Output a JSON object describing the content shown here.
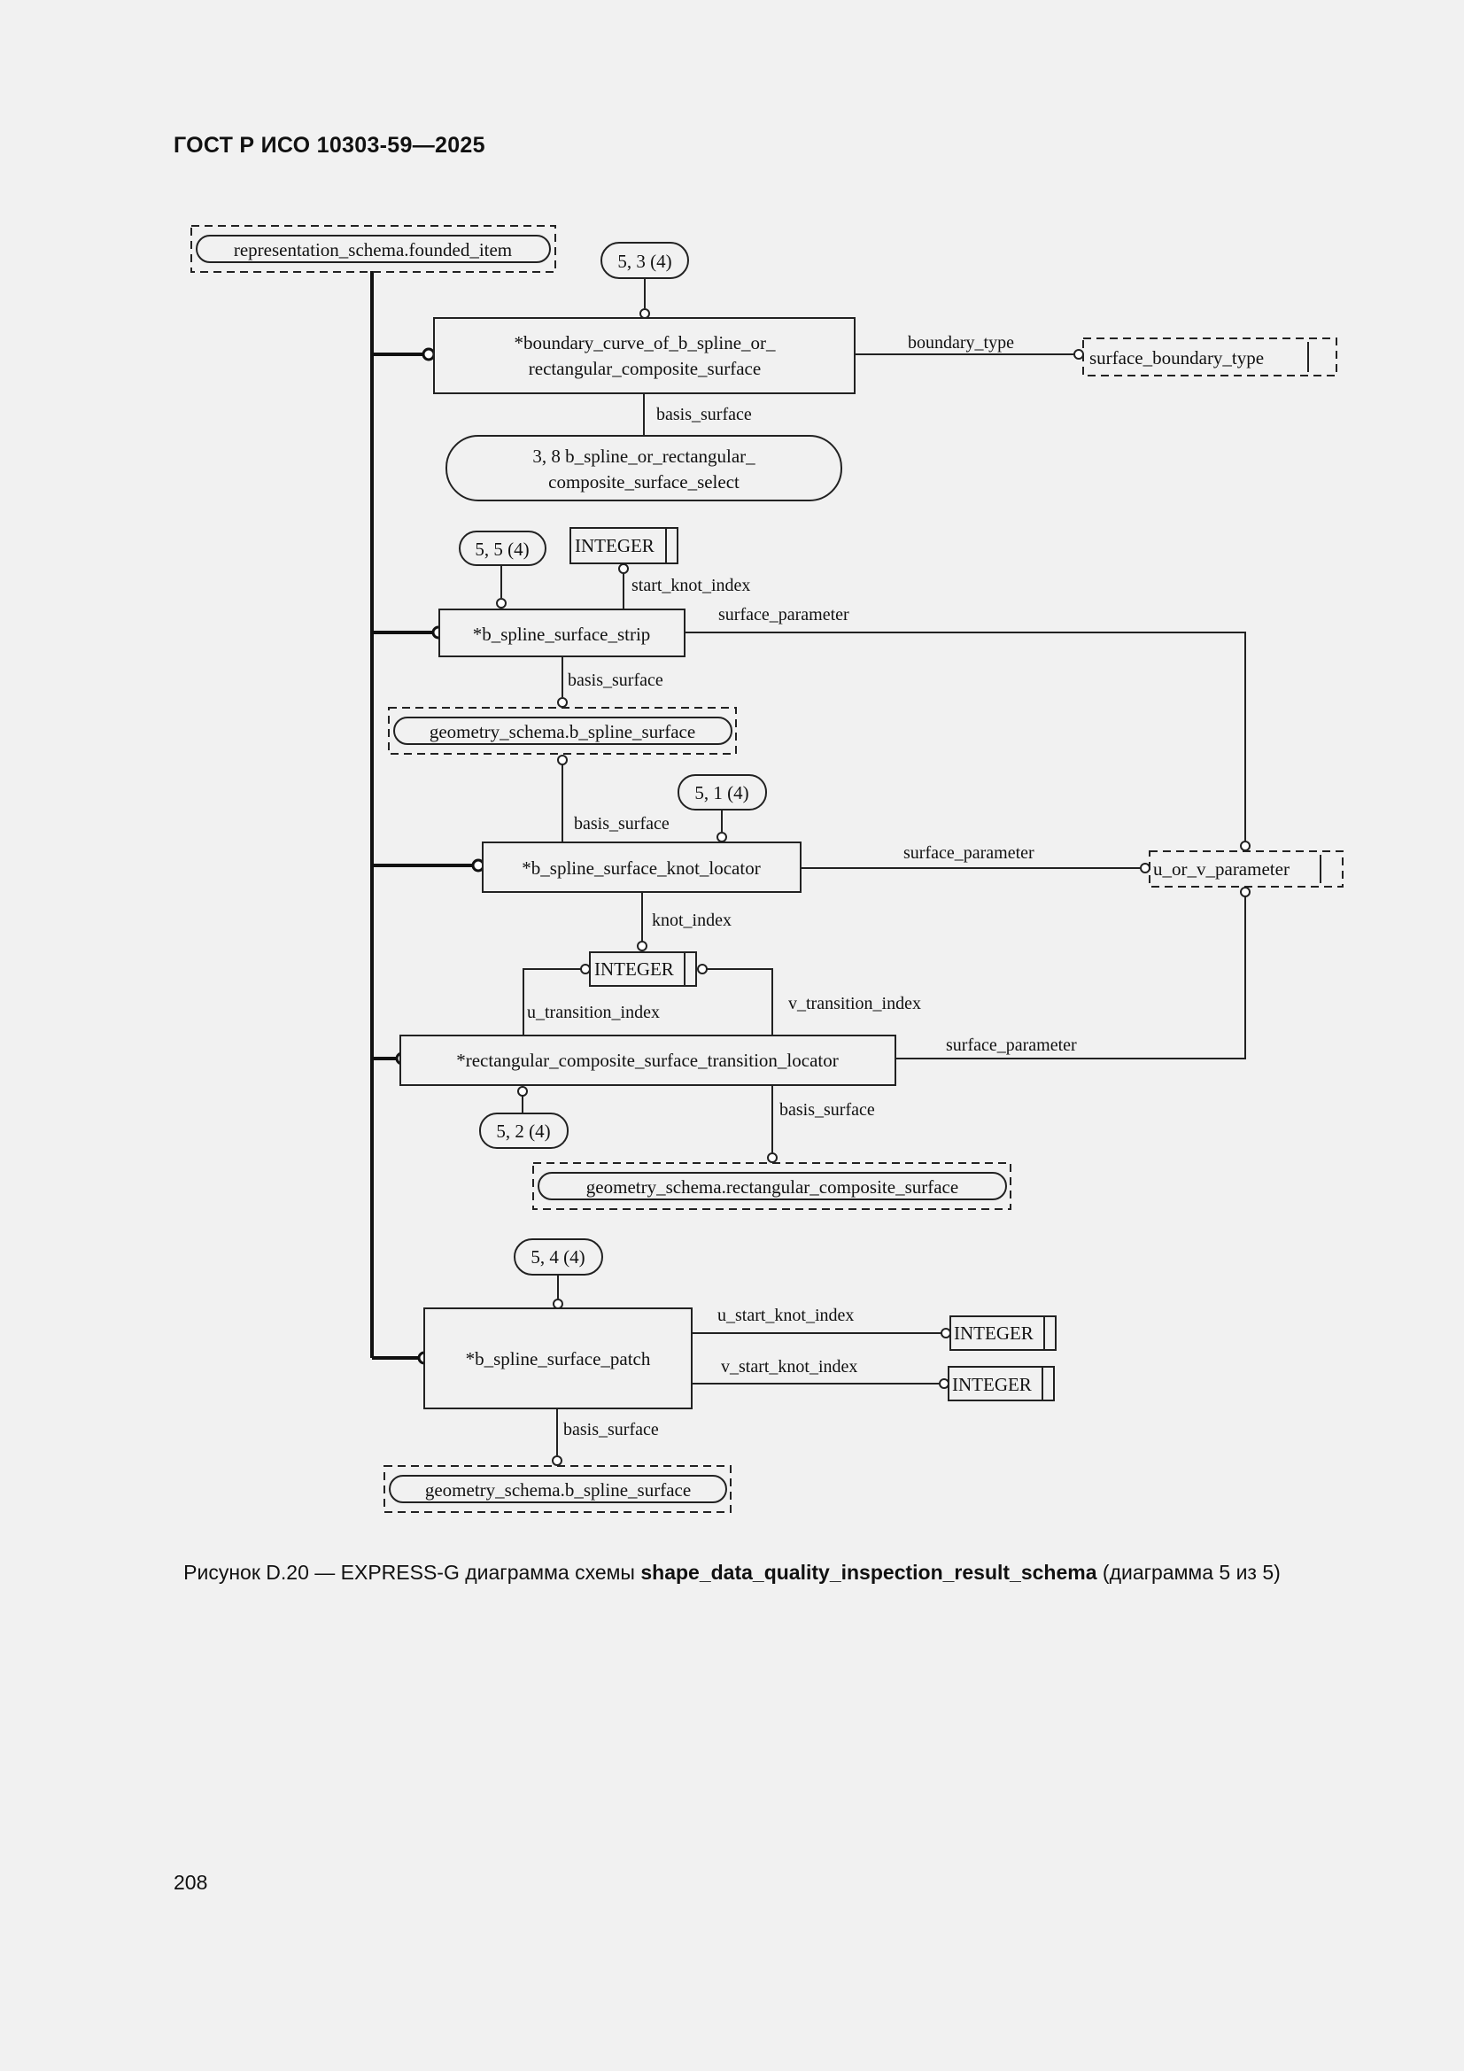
{
  "header": {
    "title": "ГОСТ Р ИСО 10303-59—2025"
  },
  "page": {
    "number": "208"
  },
  "caption": {
    "prefix": "Рисунок D.20 — EXPRESS-G диаграмма схемы ",
    "schema": "shape_data_quality_inspection_result_schema",
    "suffix": " (диаграмма 5 из 5)"
  },
  "diagram": {
    "external_refs": {
      "founded_item": "representation_schema.founded_item",
      "surface_boundary_type": "surface_boundary_type",
      "b_spline_surface_1": "geometry_schema.b_spline_surface",
      "u_or_v_parameter": "u_or_v_parameter",
      "rectangular_composite_surface": "geometry_schema.rectangular_composite_surface",
      "b_spline_surface_2": "geometry_schema.b_spline_surface"
    },
    "page_refs": {
      "ref_5_3": "5, 3 (4)",
      "ref_5_5": "5, 5 (4)",
      "ref_5_1": "5, 1 (4)",
      "ref_5_2": "5, 2 (4)",
      "ref_5_4": "5, 4 (4)",
      "select_line1": "3, 8 b_spline_or_rectangular_",
      "select_line2": "composite_surface_select"
    },
    "entities": {
      "boundary_curve_line1": "*boundary_curve_of_b_spline_or_",
      "boundary_curve_line2": "rectangular_composite_surface",
      "surface_strip": "*b_spline_surface_strip",
      "knot_locator": "*b_spline_surface_knot_locator",
      "transition_locator": "*rectangular_composite_surface_transition_locator",
      "surface_patch": "*b_spline_surface_patch"
    },
    "types": {
      "integer": "INTEGER"
    },
    "attributes": {
      "boundary_type": "boundary_type",
      "basis_surface": "basis_surface",
      "start_knot_index": "start_knot_index",
      "surface_parameter": "surface_parameter",
      "knot_index": "knot_index",
      "u_transition_index": "u_transition_index",
      "v_transition_index": "v_transition_index",
      "u_start_knot_index": "u_start_knot_index",
      "v_start_knot_index": "v_start_knot_index"
    }
  }
}
